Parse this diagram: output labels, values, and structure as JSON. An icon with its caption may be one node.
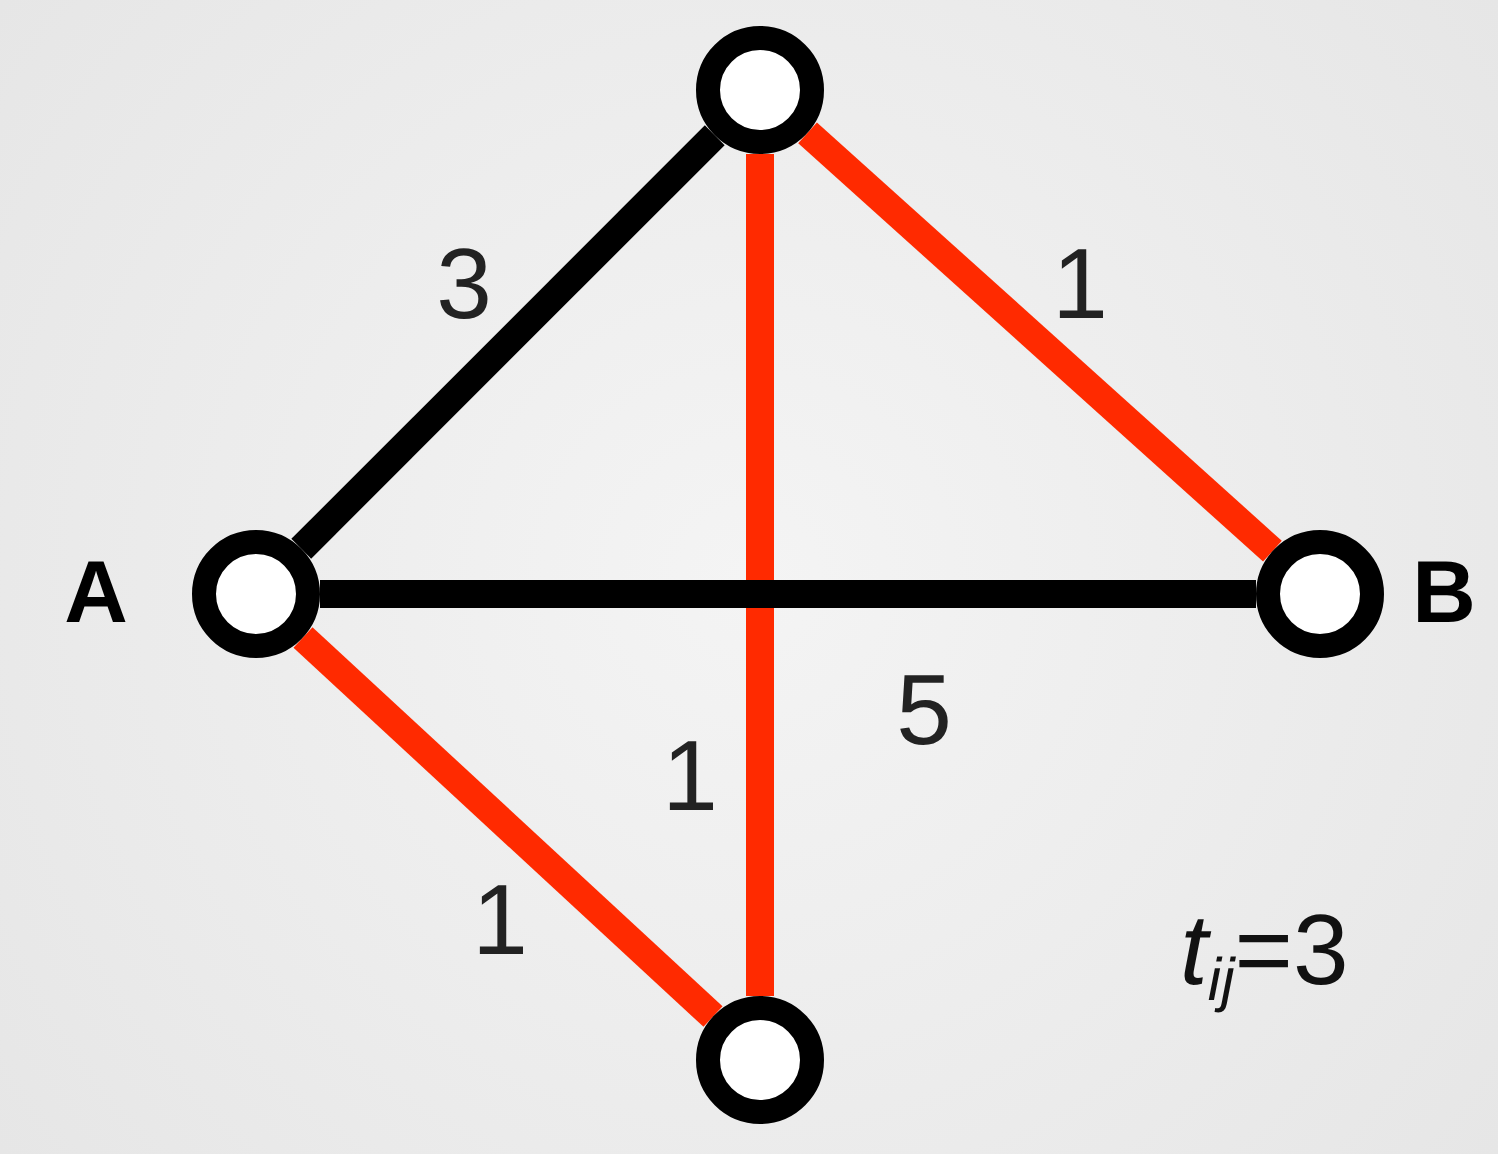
{
  "diagram": {
    "nodes": [
      {
        "text": [],
        "shape": "circle"
      },
      {
        "text": [],
        "shape": "circle",
        "beside": [
          "A"
        ]
      },
      {
        "text": [],
        "shape": "circle",
        "beside": [
          "B"
        ]
      },
      {
        "text": [],
        "shape": "circle"
      }
    ],
    "edges": [
      {
        "from": 1,
        "to": 0,
        "arrow": "none",
        "label": "3",
        "color": "#000000"
      },
      {
        "from": 0,
        "to": 2,
        "arrow": "none",
        "label": "1"
      },
      {
        "from": 0,
        "to": 3,
        "arrow": "none",
        "label": "1"
      },
      {
        "from": 1,
        "to": 2,
        "arrow": "none",
        "label": "5",
        "color": "#000000"
      },
      {
        "from": 1,
        "to": 3,
        "arrow": "none",
        "label": "1"
      }
    ],
    "labels": [
      "*t*$_{ij}$=3"
    ]
  }
}
